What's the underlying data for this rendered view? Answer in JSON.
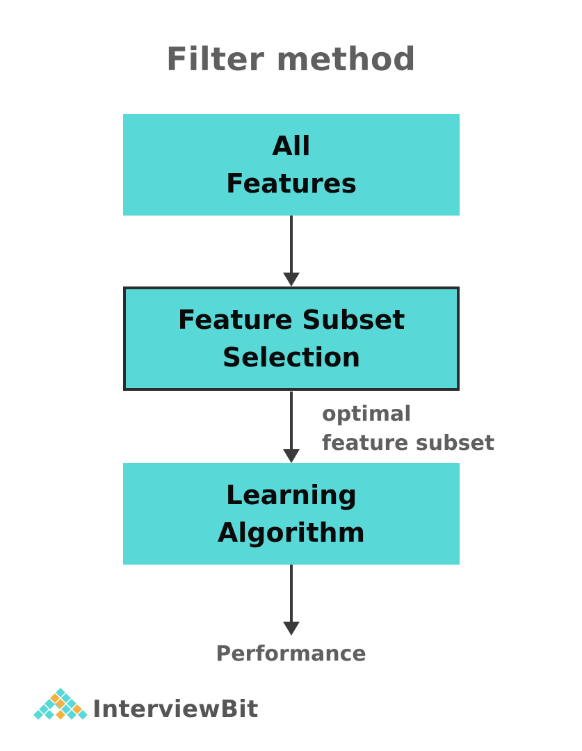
{
  "title": "Filter method",
  "nodes": {
    "all_features": [
      "All",
      "Features"
    ],
    "subset_selection": [
      "Feature Subset",
      "Selection"
    ],
    "learning_algorithm": [
      "Learning",
      "Algorithm"
    ]
  },
  "edge_label": [
    "optimal",
    "feature subset"
  ],
  "output": "Performance",
  "logo": {
    "part1": "Interview",
    "part2": "Bit",
    "colors": {
      "teal": "#59d8d8",
      "orange": "#f5b041",
      "text": "#555555"
    }
  },
  "colors": {
    "box_fill": "#59d8d8",
    "box_border": "#2c2c2c",
    "arrow": "#3a3a3a",
    "label": "#5f5f5f"
  }
}
